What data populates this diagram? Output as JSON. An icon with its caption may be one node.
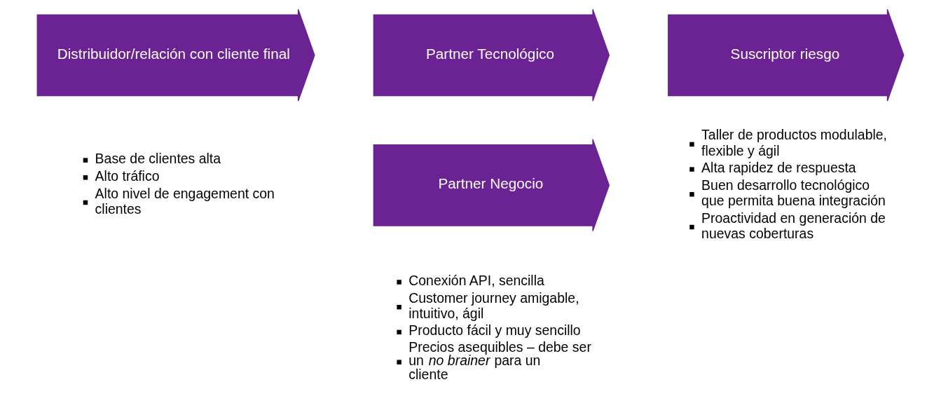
{
  "diagram": {
    "nodes": [
      {
        "text": [
          "Distribuidor/relación con cliente final"
        ],
        "beside": [
          "Base de clientes alta",
          "Alto tráfico",
          "Alto nivel de engagement con clientes"
        ]
      },
      {
        "text": [
          "Partner Tecnológico"
        ]
      },
      {
        "text": [
          "Suscriptor riesgo"
        ],
        "beside": [
          "Taller de productos modulable, flexible y ágil",
          "Alta rapidez de respuesta",
          "Buen desarrollo tecnológico que permita buena integración",
          "Proactividad en generación de nuevas coberturas"
        ]
      },
      {
        "text": [
          "Partner Negocio"
        ],
        "beside": [
          "Conexión API, sencilla",
          "Customer journey amigable, intuitivo, ágil",
          "Producto fácil y muy sencillo",
          "Precios asequibles – debe ser un *no brainer* para un cliente"
        ]
      }
    ],
    "edges": []
  }
}
